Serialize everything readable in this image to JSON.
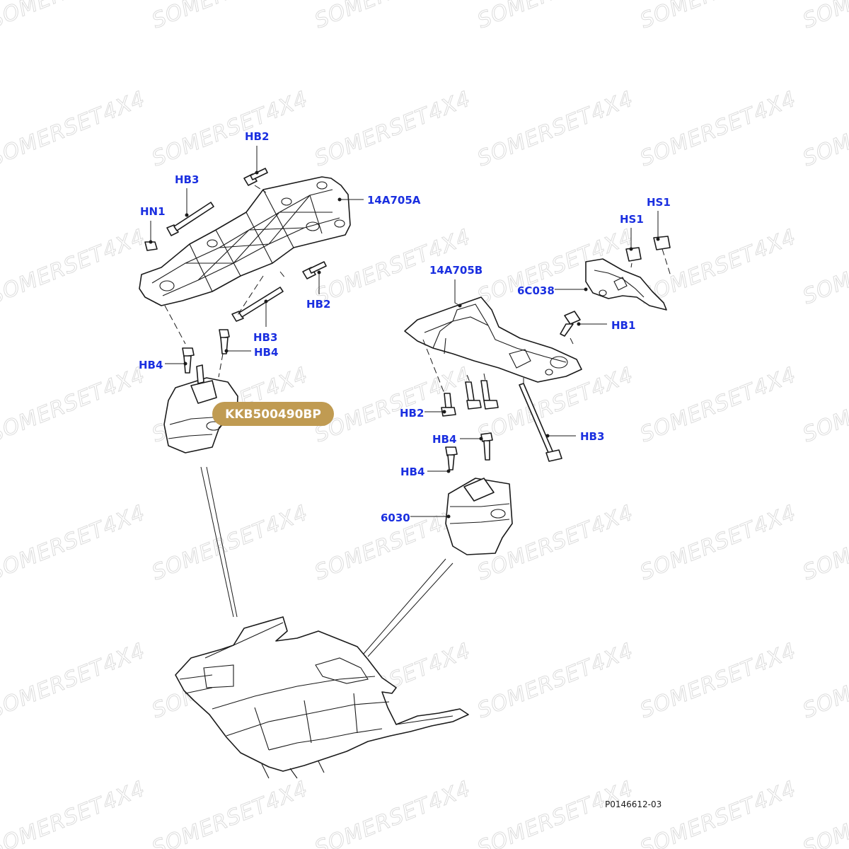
{
  "colors": {
    "callout": "#1a2fe0",
    "line": "#1a1a1a",
    "badge_fill": "#c09b52",
    "badge_text": "#ffffff",
    "watermark": "#dcdcdc"
  },
  "watermark": {
    "text": "SOMERSET4X4"
  },
  "highlight": {
    "part_number": "KKB500490BP"
  },
  "figure_id": "P0146612-03",
  "callouts": {
    "hb2_top": "HB2",
    "hb3_top": "HB3",
    "hn1": "HN1",
    "p14a705a": "14A705A",
    "hb2_mid": "HB2",
    "hb3_mid": "HB3",
    "hb4_left_a": "HB4",
    "hb4_left_b": "HB4",
    "hs1_a": "HS1",
    "hs1_b": "HS1",
    "p14a705b": "14A705B",
    "p6c038": "6C038",
    "hb1": "HB1",
    "hb2_right": "HB2",
    "hb3_right": "HB3",
    "hb4_right_a": "HB4",
    "hb4_right_b": "HB4",
    "p6030": "6030"
  },
  "icons": [
    "bolt-icon",
    "nut-icon",
    "engine-mount-icon",
    "bracket-icon",
    "heat-shield-icon",
    "chassis-frame-icon"
  ]
}
